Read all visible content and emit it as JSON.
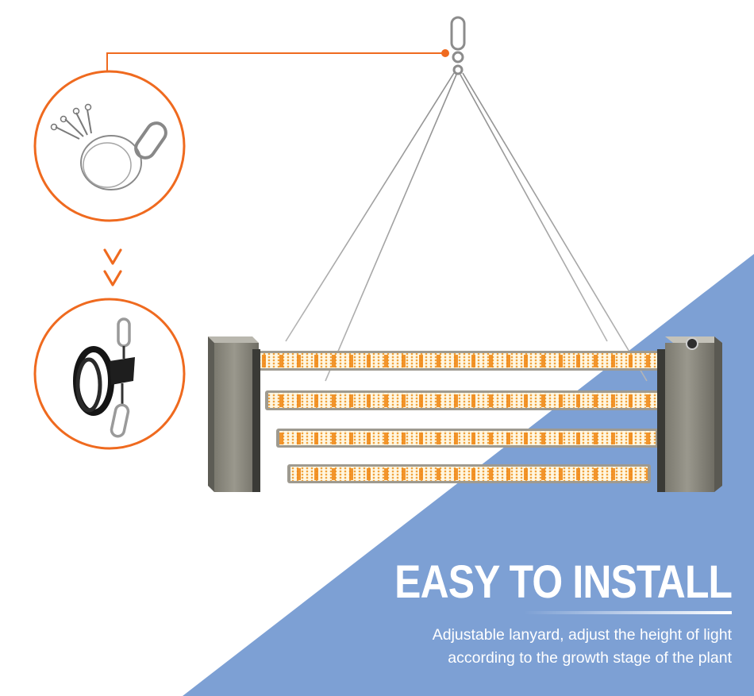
{
  "headline": "EASY TO INSTALL",
  "subtitle_line1": "Adjustable lanyard, adjust the height of light",
  "subtitle_line2": "according to the growth stage of the plant",
  "colors": {
    "accent_orange": "#ef6a1f",
    "triangle_blue": "#7da0d4",
    "text_white": "#ffffff"
  },
  "icons": {
    "callout_top": "steel-wire-hanger-icon",
    "callout_bottom": "rope-ratchet-hanger-icon",
    "between_callouts": "double-chevron-down-icon"
  }
}
